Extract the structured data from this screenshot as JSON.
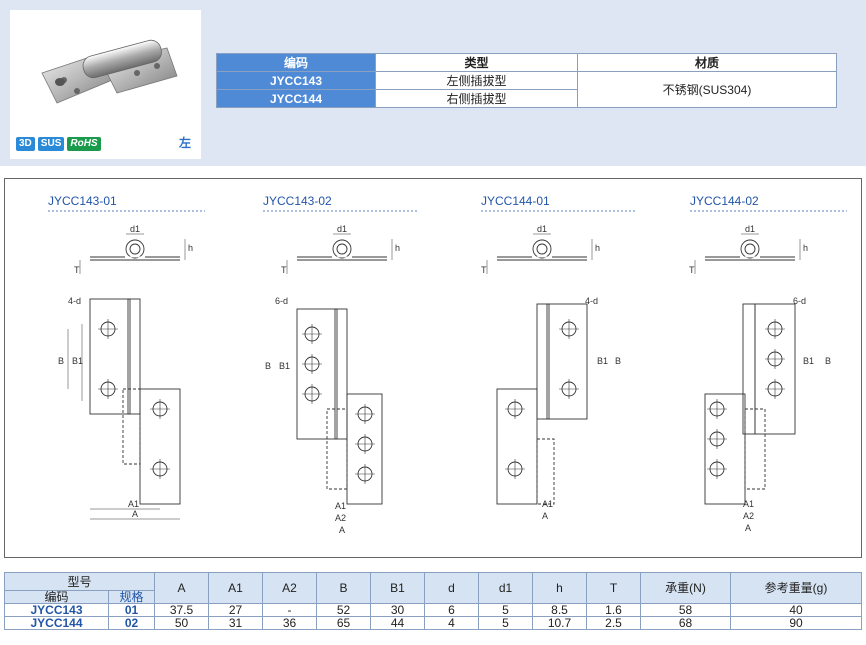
{
  "badges": {
    "b3d": "3D",
    "sus": "SUS",
    "rohs": "RoHS"
  },
  "side_label": "左",
  "spec_table": {
    "headers": [
      "编码",
      "类型",
      "材质"
    ],
    "rows": [
      {
        "code": "JYCC143",
        "type": "左侧插拔型"
      },
      {
        "code": "JYCC144",
        "type": "右侧插拔型"
      }
    ],
    "material": "不锈钢(SUS304)"
  },
  "drawings": {
    "titles": [
      "JYCC143-01",
      "JYCC143-02",
      "JYCC144-01",
      "JYCC144-02"
    ],
    "holes_01": "4-d",
    "holes_02": "6-d",
    "labels": {
      "d1": "d1",
      "h": "h",
      "T": "T",
      "B": "B",
      "B1": "B1",
      "A": "A",
      "A1": "A1",
      "A2": "A2"
    }
  },
  "dim_table": {
    "group_head": "型号",
    "code_head": "编码",
    "spec_head": "规格",
    "cols": [
      "A",
      "A1",
      "A2",
      "B",
      "B1",
      "d",
      "d1",
      "h",
      "T",
      "承重(N)",
      "参考重量(g)"
    ],
    "rows": [
      {
        "code": "JYCC143",
        "spec": "01",
        "vals": [
          "37.5",
          "27",
          "-",
          "52",
          "30",
          "6",
          "5",
          "8.5",
          "1.6",
          "58",
          "40"
        ]
      },
      {
        "code": "JYCC144",
        "spec": "02",
        "vals": [
          "50",
          "31",
          "36",
          "65",
          "44",
          "4",
          "5",
          "10.7",
          "2.5",
          "68",
          "90"
        ]
      }
    ]
  }
}
